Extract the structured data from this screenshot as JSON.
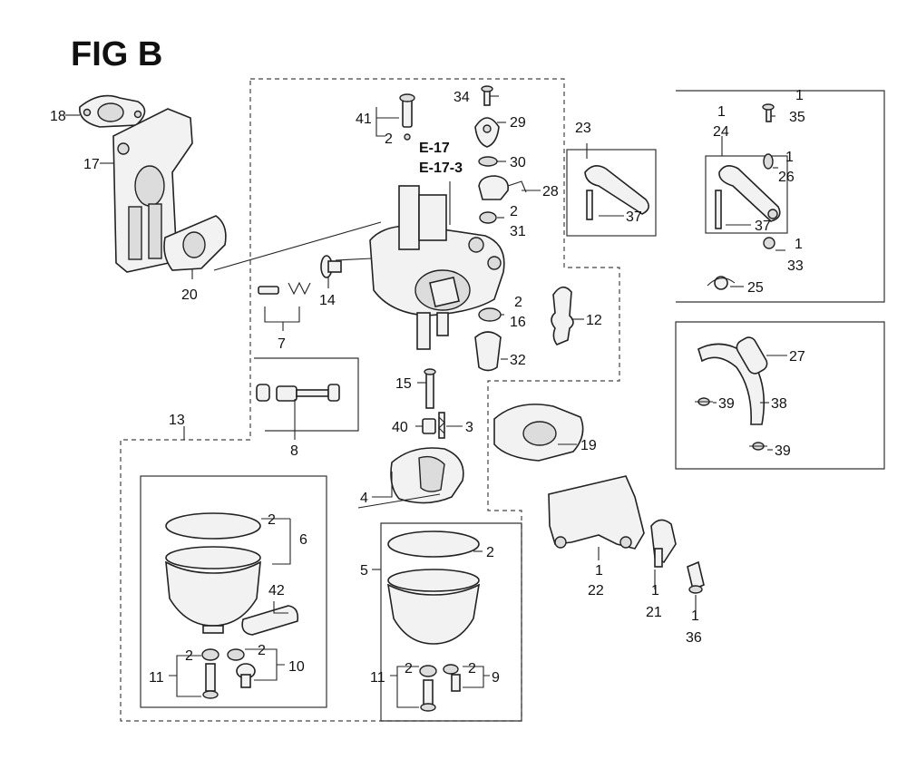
{
  "figure": {
    "title": "FIG B"
  },
  "references": [
    "E-17",
    "E-17-3"
  ],
  "callouts": {
    "c1": "1",
    "c2": "2",
    "c3": "3",
    "c4": "4",
    "c5": "5",
    "c6": "6",
    "c7": "7",
    "c8": "8",
    "c9": "9",
    "c10": "10",
    "c11": "11",
    "c12": "12",
    "c13": "13",
    "c14": "14",
    "c15": "15",
    "c16": "16",
    "c17": "17",
    "c18": "18",
    "c19": "19",
    "c20": "20",
    "c21": "21",
    "c22": "22",
    "c23": "23",
    "c24": "24",
    "c25": "25",
    "c26": "26",
    "c27": "27",
    "c28": "28",
    "c29": "29",
    "c30": "30",
    "c31": "31",
    "c32": "32",
    "c33": "33",
    "c34": "34",
    "c35": "35",
    "c36": "36",
    "c37": "37",
    "c38": "38",
    "c39": "39",
    "c40": "40",
    "c41": "41",
    "c42": "42"
  }
}
